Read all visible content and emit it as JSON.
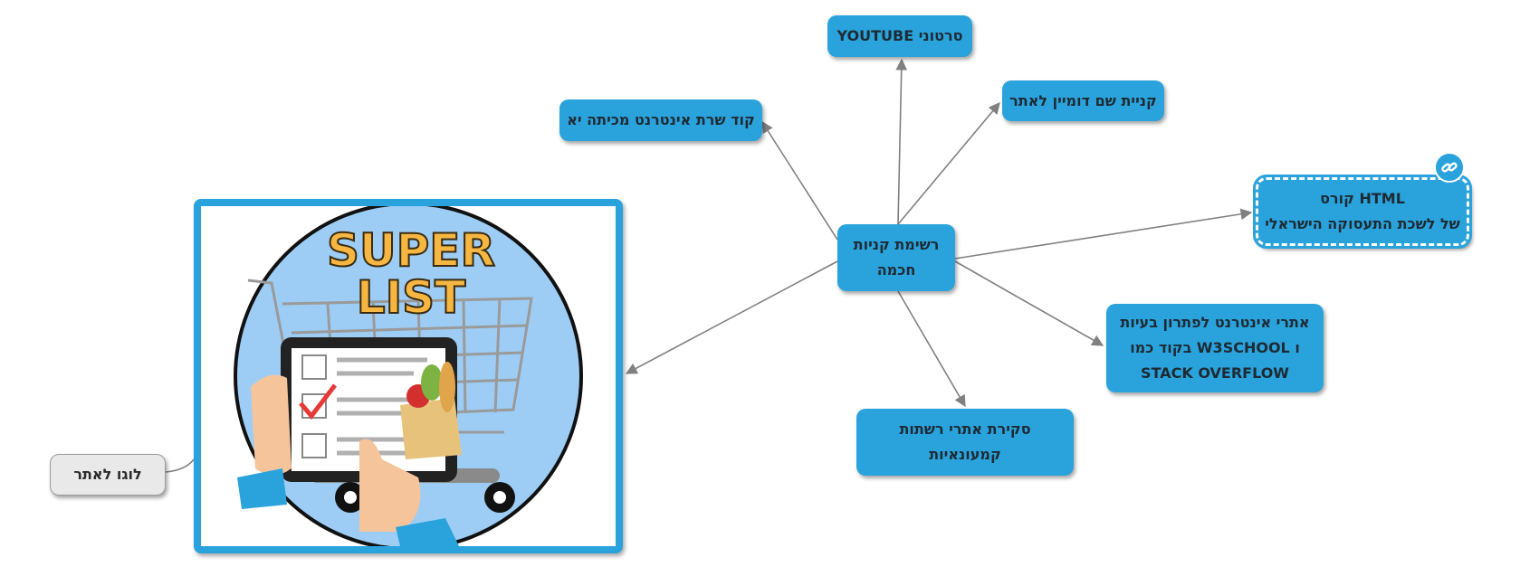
{
  "central": {
    "line1": "רשימת קניות",
    "line2": "חכמה"
  },
  "nodes": {
    "youtube": "סרטוני YOUTUBE",
    "domain": "קניית שם דומיין לאתר",
    "server": "קוד שרת אינטרנט מכיתה יא",
    "html_course": {
      "line1": "HTML קורס",
      "line2": "של לשכת התעסוקה הישראלי"
    },
    "help_sites": {
      "line1": "אתרי אינטרנט לפתרון בעיות",
      "line2": "ו W3SCHOOL בקוד כמו",
      "line3": "STACK OVERFLOW"
    },
    "survey": {
      "line1": "סקירת אתרי רשתות",
      "line2": "קמעונאיות"
    },
    "logo_label": "לוגו לאתר"
  },
  "logo": {
    "line1": "SUPER",
    "line2": "LIST"
  },
  "colors": {
    "node": "#2aa3dc",
    "edge": "#808080",
    "logo_text": "#f5b642",
    "logo_bg": "#9dcdf5"
  }
}
